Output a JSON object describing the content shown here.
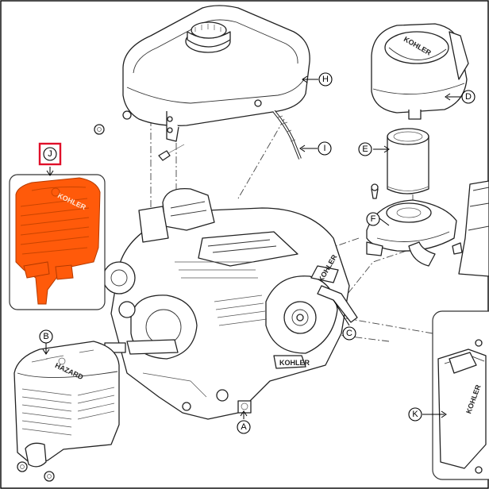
{
  "diagram": {
    "callouts": {
      "A": "A",
      "B": "B",
      "C": "C",
      "D": "D",
      "E": "E",
      "F": "F",
      "H": "H",
      "I": "I",
      "J": "J",
      "K": "K"
    },
    "branding": {
      "brand_word": "KOHLER",
      "cover_text": "HAZARD"
    },
    "colors": {
      "highlight_part": "#ff5a0a",
      "highlight_box": "#e0102a"
    },
    "icons": [
      "engine-illustration",
      "fuel-tank",
      "air-cleaner",
      "muffler",
      "control-module"
    ]
  }
}
